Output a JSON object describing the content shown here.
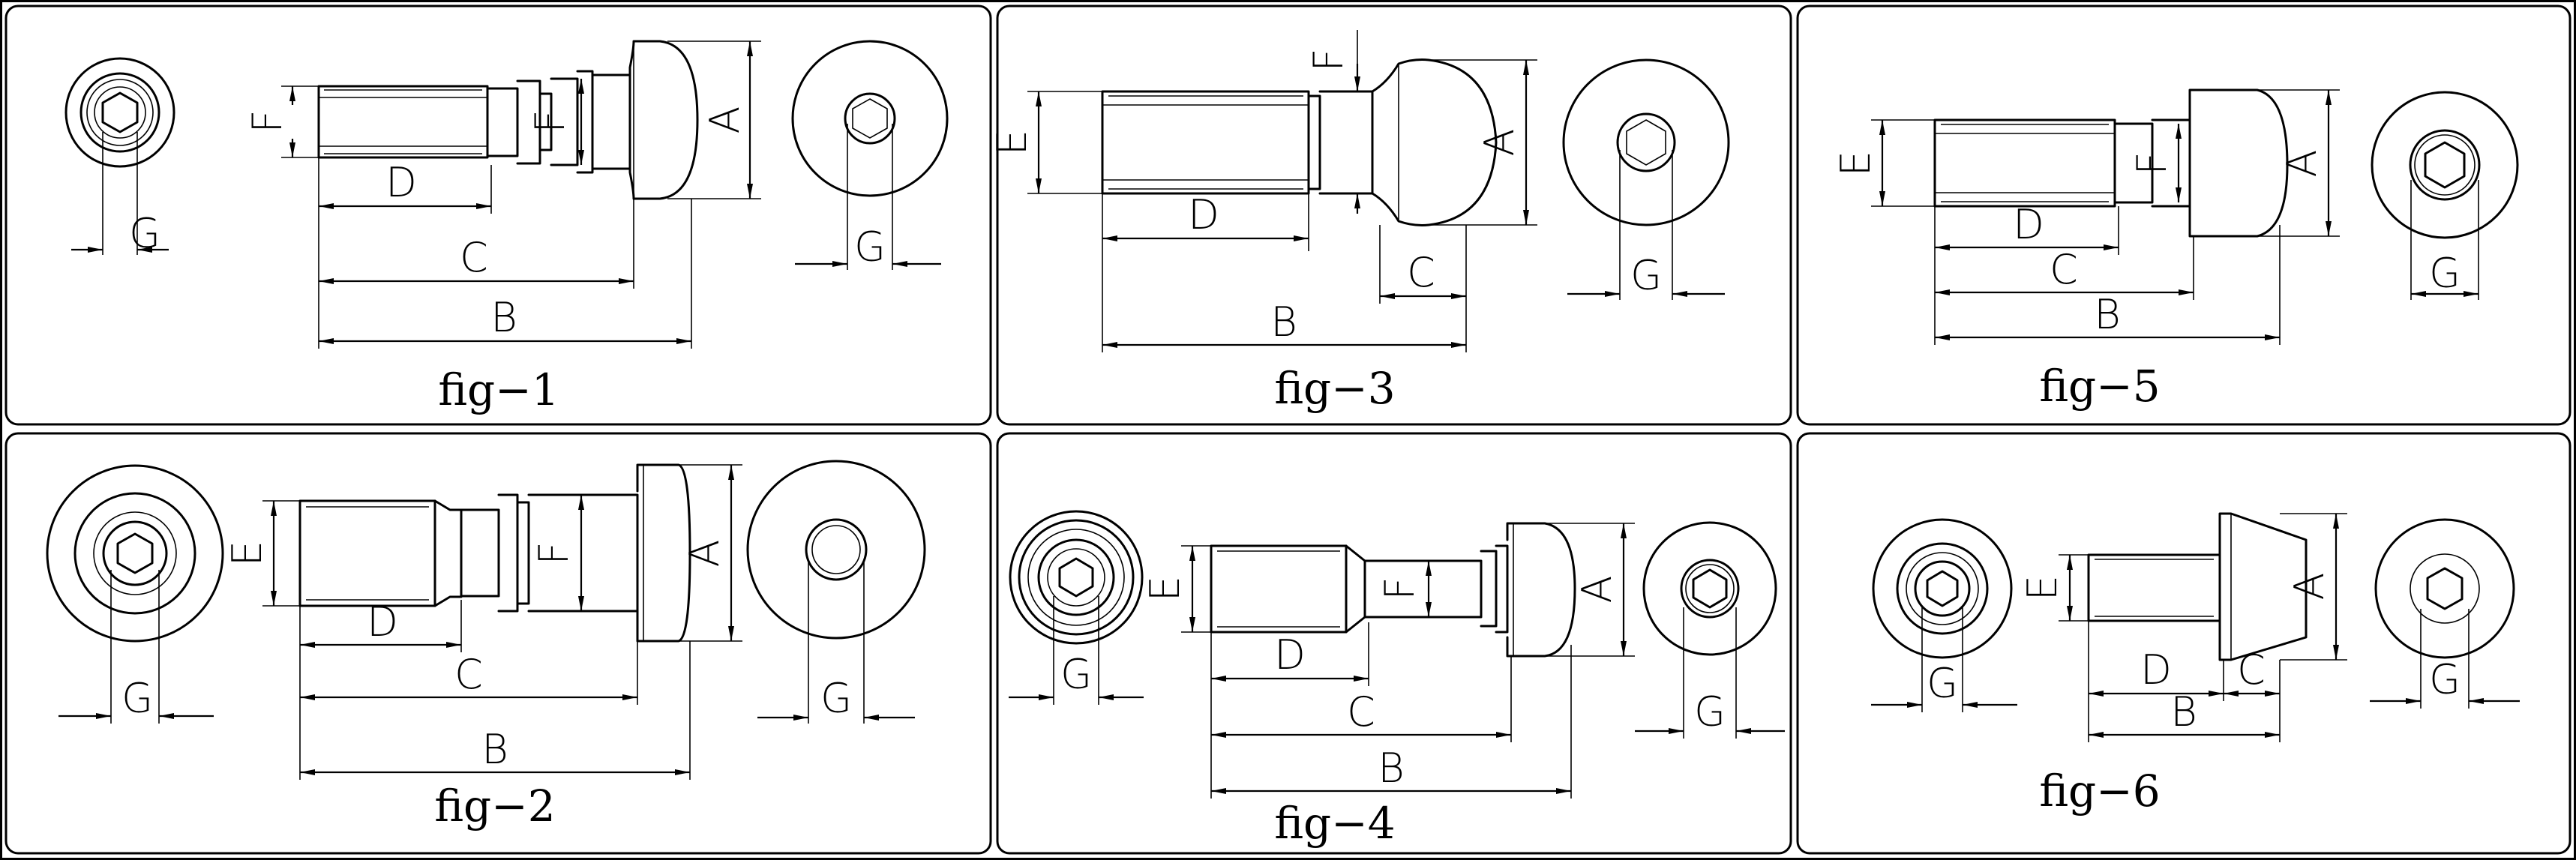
{
  "figures": [
    {
      "id": "fig1",
      "caption": "fig−1",
      "labels": {
        "A": "A",
        "B": "B",
        "C": "C",
        "D": "D",
        "E": "E",
        "F": "F",
        "G1": "G",
        "G2": "G"
      }
    },
    {
      "id": "fig3",
      "caption": "fig−3",
      "labels": {
        "A": "A",
        "B": "B",
        "C": "C",
        "D": "D",
        "E": "E",
        "F": "F",
        "G2": "G"
      }
    },
    {
      "id": "fig5",
      "caption": "fig−5",
      "labels": {
        "A": "A",
        "B": "B",
        "C": "C",
        "D": "D",
        "E": "E",
        "F": "F",
        "G2": "G"
      }
    },
    {
      "id": "fig2",
      "caption": "fig−2",
      "labels": {
        "A": "A",
        "B": "B",
        "C": "C",
        "D": "D",
        "E": "E",
        "F": "F",
        "G1": "G",
        "G2": "G"
      }
    },
    {
      "id": "fig4",
      "caption": "fig−4",
      "labels": {
        "A": "A",
        "B": "B",
        "C": "C",
        "D": "D",
        "E": "E",
        "F": "F",
        "G1": "G",
        "G2": "G"
      }
    },
    {
      "id": "fig6",
      "caption": "fig−6",
      "labels": {
        "A": "A",
        "B": "B",
        "C": "C",
        "D": "D",
        "E": "E",
        "G1": "G",
        "G2": "G"
      }
    }
  ]
}
